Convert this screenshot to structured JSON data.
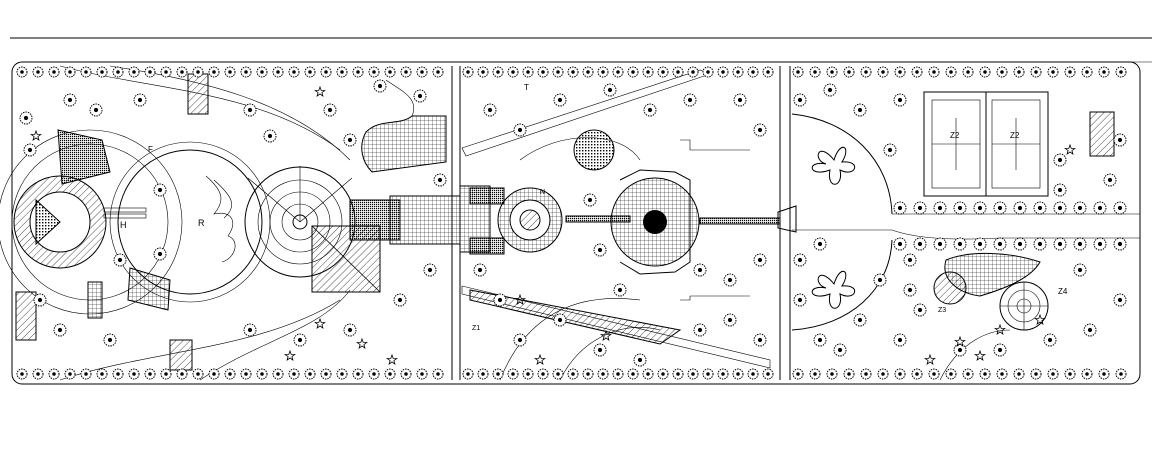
{
  "labels": {
    "zone_h": "H",
    "zone_r": "R",
    "zone_f": "F",
    "zone_t": "T",
    "zone_n": "N",
    "zone_z2a": "Z2",
    "zone_z2b": "Z2",
    "zone_z4": "Z4",
    "zone_z1": "Z1",
    "zone_z3": "Z3"
  },
  "colors": {
    "ink": "#000000",
    "paper": "#ffffff"
  },
  "icons": [
    "tree-symbol-icon",
    "shrub-symbol-icon",
    "star-plant-icon",
    "butterfly-bed-icon"
  ]
}
